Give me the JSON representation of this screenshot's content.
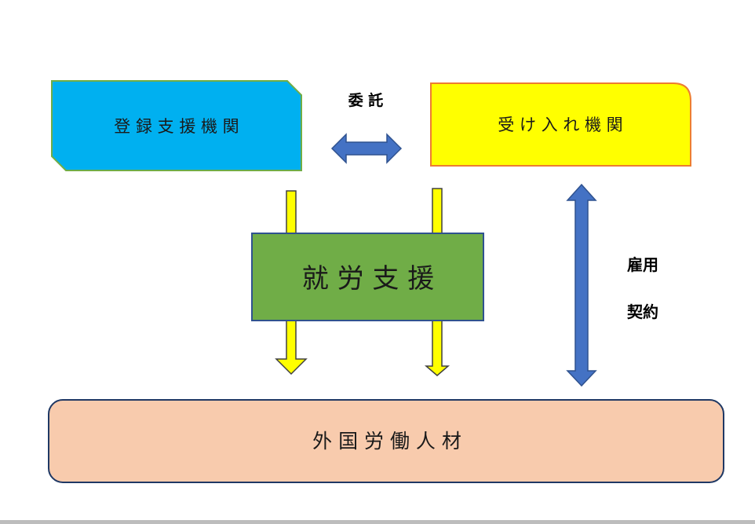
{
  "diagram": {
    "registered_support": {
      "label": "登 録 支 援 機 関",
      "fill": "#00b0f0",
      "stroke": "#70ad47"
    },
    "receiving_org": {
      "label": "受 け 入 れ 機 関",
      "fill": "#ffff00",
      "stroke": "#ed7d31"
    },
    "employment_support": {
      "label": "就 労 支 援",
      "fill": "#70ad47",
      "stroke": "#2f528f"
    },
    "foreign_workers": {
      "label": "外 国 労 働 人 材",
      "fill": "#f8cbad",
      "stroke": "#1f3864"
    },
    "entrust_label": "委 託",
    "contract_label_line1": "雇用",
    "contract_label_line2": "契約",
    "double_arrow_color": "#4472c4",
    "down_arrow_color": "#ffff00"
  }
}
